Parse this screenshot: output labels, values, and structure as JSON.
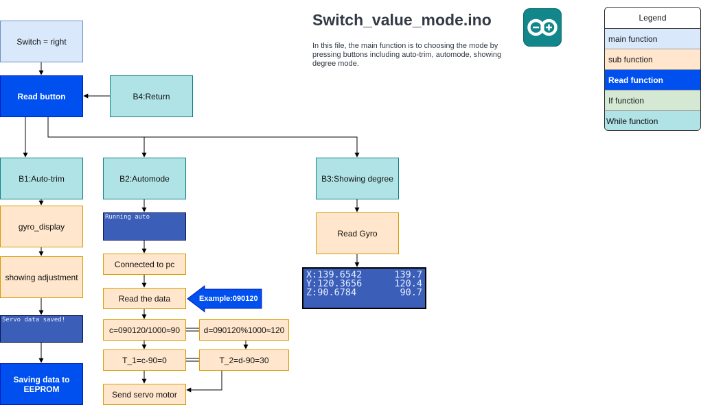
{
  "header": {
    "title": "Switch_value_mode.ino",
    "description": "In this file, the main function is to choosing the mode by pressing buttons including auto-trim, automode, showing degree mode.",
    "logo_icon": "arduino-logo-icon"
  },
  "legend": {
    "title": "Legend",
    "items": [
      {
        "label": "main function",
        "color": "#dae8fc"
      },
      {
        "label": "sub function",
        "color": "#ffe6cc"
      },
      {
        "label": "Read function",
        "color": "#0050ef"
      },
      {
        "label": "If function",
        "color": "#d5e8d4"
      },
      {
        "label": "While function",
        "color": "#b0e3e6"
      }
    ]
  },
  "nodes": {
    "switch": "Switch = right",
    "read_button": "Read button",
    "b4_return": "B4:Return",
    "b1": "B1:Auto-trim",
    "b2": "B2:Automode",
    "b3": "B3:Showing degree",
    "gyro_display": "gyro_display",
    "showing_adjustment": "showing adjustment",
    "servo_saved_lcd": "Servo data saved!",
    "saving_eeprom": "Saving data to EEPROM",
    "running_auto_lcd": "Running auto",
    "connected_pc": "Connected to pc",
    "read_data": "Read the data",
    "example": "Example:090120",
    "c_calc": "c=090120/1000≈90",
    "d_calc": "d=090120%1000≈120",
    "t1_calc": "T_1=c-90=0",
    "t2_calc": "T_2=d-90=30",
    "send_servo": "Send servo motor",
    "read_gyro": "Read Gyro"
  },
  "gyro_lcd": {
    "rows": [
      {
        "left": "X:139.6542",
        "right": "139.7"
      },
      {
        "left": "Y:120.3656",
        "right": "120.4"
      },
      {
        "left": "Z:90.6784",
        "right": "90.7"
      }
    ]
  }
}
